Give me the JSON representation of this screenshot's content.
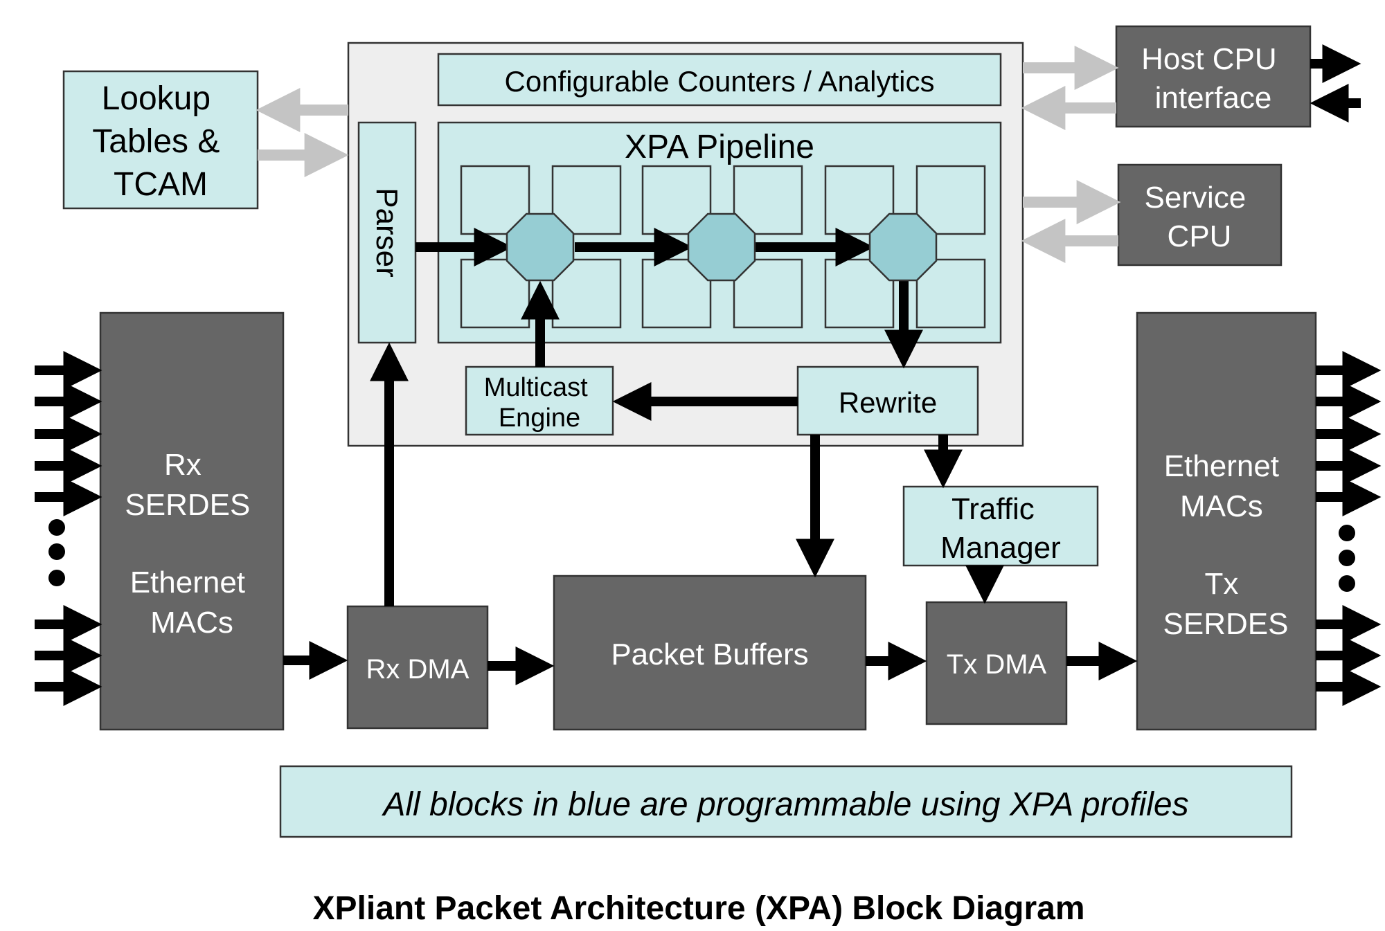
{
  "colors": {
    "programmable_fill": "#cdebeb",
    "fixed_fill": "#666666",
    "outline": "#333333",
    "container_fill": "#eeeeee",
    "stage_fill": "#96cdd3",
    "gray_arrow": "#c4c4c4",
    "black_arrow": "#000000"
  },
  "blocks": {
    "lookup_tables": [
      "Lookup",
      "Tables &",
      "TCAM"
    ],
    "counters": "Configurable Counters / Analytics",
    "pipeline_title": "XPA Pipeline",
    "parser": "Parser",
    "host_cpu": [
      "Host CPU",
      "interface"
    ],
    "service_cpu": [
      "Service",
      "CPU"
    ],
    "multicast": [
      "Multicast",
      "Engine"
    ],
    "rewrite": "Rewrite",
    "rx_serdes": [
      "Rx",
      "SERDES",
      "Ethernet",
      "MACs"
    ],
    "tx_serdes": [
      "Ethernet",
      "MACs",
      "Tx",
      "SERDES"
    ],
    "rx_dma": "Rx DMA",
    "packet_buffers": "Packet Buffers",
    "traffic_manager": [
      "Traffic",
      "Manager"
    ],
    "tx_dma": "Tx DMA"
  },
  "note": "All blocks in blue are programmable using XPA profiles",
  "caption": "XPliant Packet Architecture (XPA) Block Diagram"
}
